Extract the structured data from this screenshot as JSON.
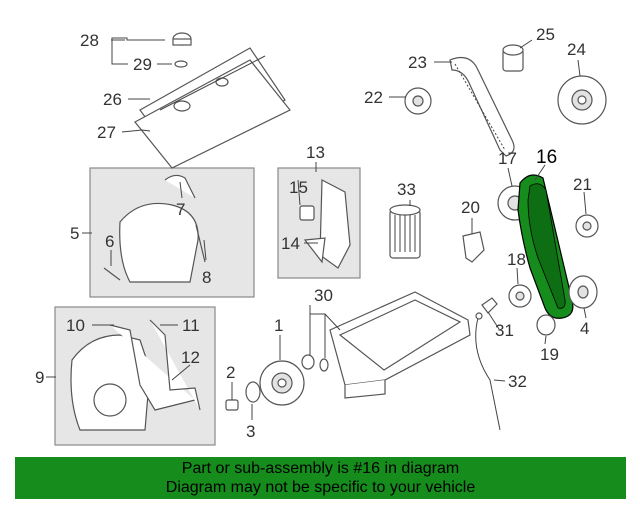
{
  "diagram": {
    "highlight_color": "#158c1c",
    "callouts": {
      "c1": "1",
      "c2": "2",
      "c3": "3",
      "c4": "4",
      "c5": "5",
      "c6": "6",
      "c7": "7",
      "c8": "8",
      "c9": "9",
      "c10": "10",
      "c11": "11",
      "c12": "12",
      "c13": "13",
      "c14": "14",
      "c15": "15",
      "c16": "16",
      "c17": "17",
      "c18": "18",
      "c19": "19",
      "c20": "20",
      "c21": "21",
      "c22": "22",
      "c23": "23",
      "c24": "24",
      "c25": "25",
      "c26": "26",
      "c27": "27",
      "c28": "28",
      "c29": "29",
      "c30": "30",
      "c31": "31",
      "c32": "32",
      "c33": "33"
    }
  },
  "banner": {
    "line1": "Part or sub-assembly is #16 in diagram",
    "line2": "Diagram may not be specific to your vehicle"
  }
}
